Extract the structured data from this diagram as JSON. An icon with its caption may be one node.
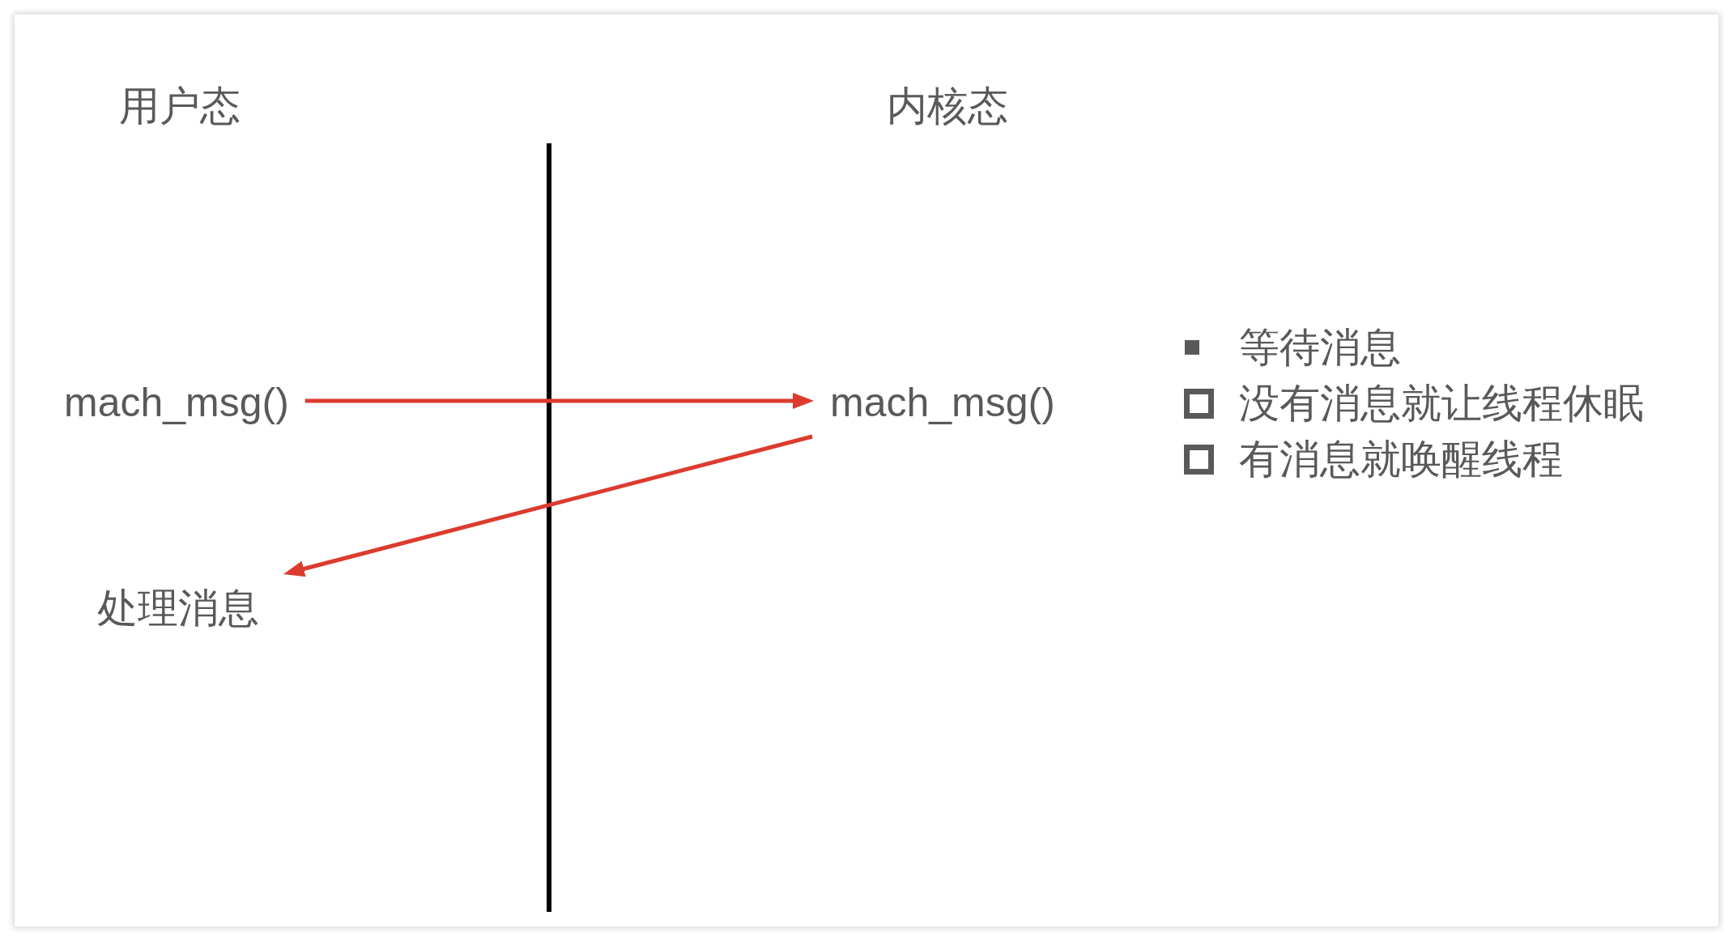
{
  "diagram": {
    "nodes": [
      {
        "text": [
          "mach_msg()"
        ]
      },
      {
        "text": [
          "mach_msg()"
        ]
      },
      {
        "text": [
          "处理消息"
        ]
      }
    ],
    "edges": [
      {
        "from": 0,
        "to": 1,
        "arrow": "to"
      },
      {
        "from": 1,
        "to": 2,
        "arrow": "to"
      }
    ],
    "labels": [
      "用户态",
      "内核态",
      "等待消息",
      "没有消息就让线程休眠",
      "有消息就唤醒线程"
    ]
  }
}
